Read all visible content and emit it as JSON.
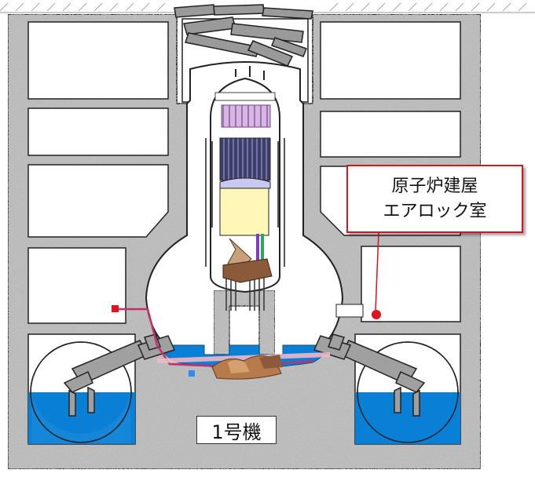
{
  "callout": {
    "line1": "原子炉建屋",
    "line2": "エアロック室"
  },
  "unit_label": "1号機",
  "colors": {
    "concrete": "#b9b9b9",
    "water": "#0a7fd6",
    "callout_border": "#d9141e",
    "marker_red": "#e0141a",
    "debris": "#b77a4a",
    "pipe": "#c0306a"
  }
}
